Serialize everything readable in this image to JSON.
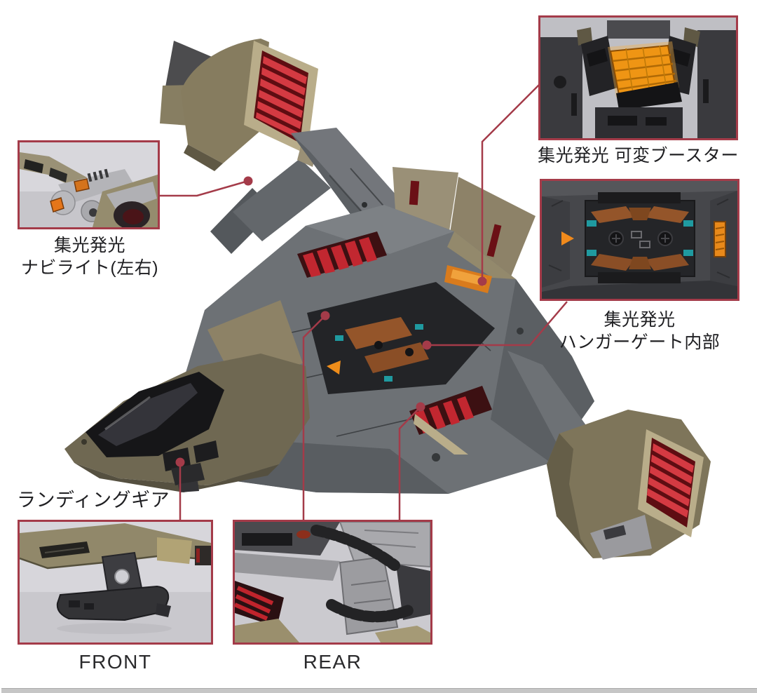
{
  "figure_type": "product-feature-callout-diagram",
  "callouts": {
    "nav_light": {
      "label_line1": "集光発光",
      "label_line2": "ナビライト(左右)"
    },
    "variable_booster": {
      "label": "集光発光 可変ブースター"
    },
    "hangar_gate": {
      "label_line1": "集光発光",
      "label_line2": "ハンガーゲート内部"
    },
    "landing_gear": {
      "label": "ランディングギア",
      "front_caption": "FRONT",
      "rear_caption": "REAR"
    }
  },
  "colors": {
    "background": "#ffffff",
    "callout_line": "#a43b49",
    "label_text": "#1f1f22",
    "bottom_bar": "#c6c6c6",
    "inset_photo_bg": "#d8d7dc",
    "hull_olive": "#867c5f",
    "nose_olive": "#6f6852",
    "body_gray": "#6d7175",
    "thruster_red": "#c22730",
    "glow_orange": "#ef9514",
    "copper_panel": "#94552a",
    "teal_accent": "#1f9aa0",
    "canopy_black": "#161618"
  }
}
